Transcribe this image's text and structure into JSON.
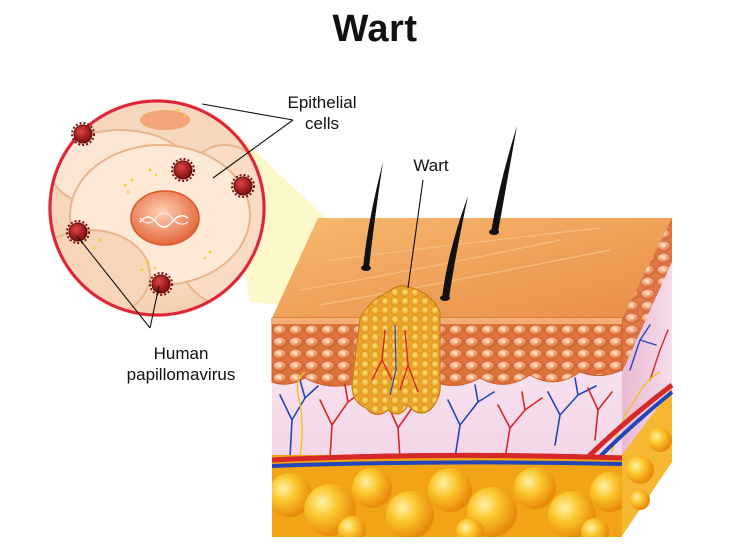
{
  "title": "Wart",
  "labels": {
    "epithelial": [
      "Epithelial",
      "cells"
    ],
    "wart": "Wart",
    "hpv": [
      "Human",
      "papillomavirus"
    ]
  },
  "colors": {
    "skin_surface": "#f0a55a",
    "epidermis": "#e8804a",
    "dermis": "#f6d9ea",
    "fat": "#f7b21e",
    "wart": "#f2b63a",
    "virus": "#a01818",
    "artery": "#d62828",
    "vein": "#2346b8",
    "hair": "#111111",
    "callout": "#fbf6b8"
  },
  "icons": [
    "hair-icon",
    "virus-icon",
    "blood-vessel-icon",
    "nucleus-icon"
  ]
}
